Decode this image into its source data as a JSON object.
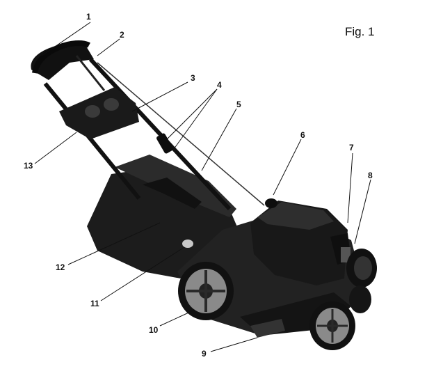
{
  "figure": {
    "title": "Fig. 1",
    "callouts": [
      {
        "id": "1",
        "label": "1"
      },
      {
        "id": "2",
        "label": "2"
      },
      {
        "id": "3",
        "label": "3"
      },
      {
        "id": "4",
        "label": "4"
      },
      {
        "id": "5",
        "label": "5"
      },
      {
        "id": "6",
        "label": "6"
      },
      {
        "id": "7",
        "label": "7"
      },
      {
        "id": "8",
        "label": "8"
      },
      {
        "id": "9",
        "label": "9"
      },
      {
        "id": "10",
        "label": "10"
      },
      {
        "id": "11",
        "label": "11"
      },
      {
        "id": "12",
        "label": "12"
      },
      {
        "id": "13",
        "label": "13"
      }
    ]
  }
}
